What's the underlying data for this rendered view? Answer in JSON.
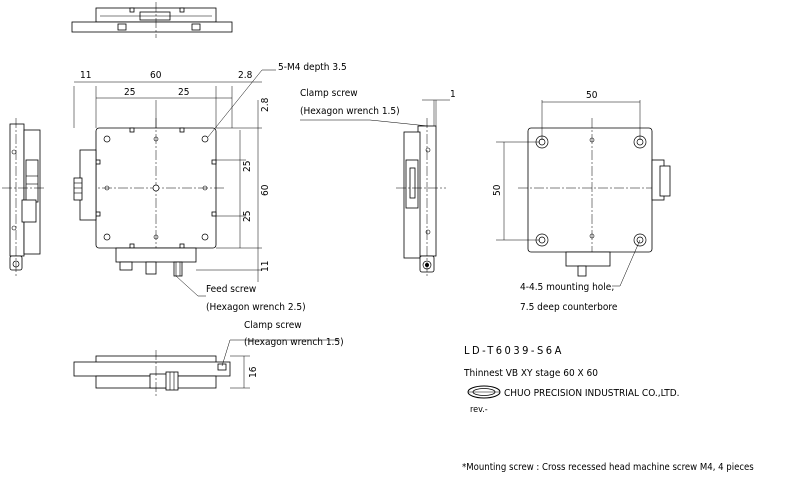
{
  "dimensions": {
    "top_left_11": "11",
    "top_60": "60",
    "top_25_a": "25",
    "top_25_b": "25",
    "top_2_8": "2.8",
    "right_2_8": "2.8",
    "right_25_a": "25",
    "right_60": "60",
    "right_25_b": "25",
    "right_11": "11",
    "side_1": "1",
    "base_50_h": "50",
    "base_50_v": "50",
    "front_16": "16"
  },
  "labels": {
    "mounting_tap": "5-M4 depth 3.5",
    "clamp_screw_side": "Clamp screw",
    "clamp_screw_side_wrench": "(Hexagon wrench 1.5)",
    "feed_screw": "Feed screw",
    "feed_screw_wrench": "(Hexagon wrench 2.5)",
    "clamp_screw_front": "Clamp screw",
    "clamp_screw_front_wrench": "(Hexagon wrench 1.5)",
    "mounting_hole": "4-4.5 mounting hole,",
    "counterbore": "7.5 deep counterbore"
  },
  "title_block": {
    "model": "LD-T6039-S6A",
    "description": "Thinnest VB XY stage 60 X 60",
    "company": "CHUO PRECISION INDUSTRIAL CO.,LTD.",
    "revision": "rev.-"
  },
  "footnote": "*Mounting screw : Cross recessed head machine screw M4, 4 pieces"
}
